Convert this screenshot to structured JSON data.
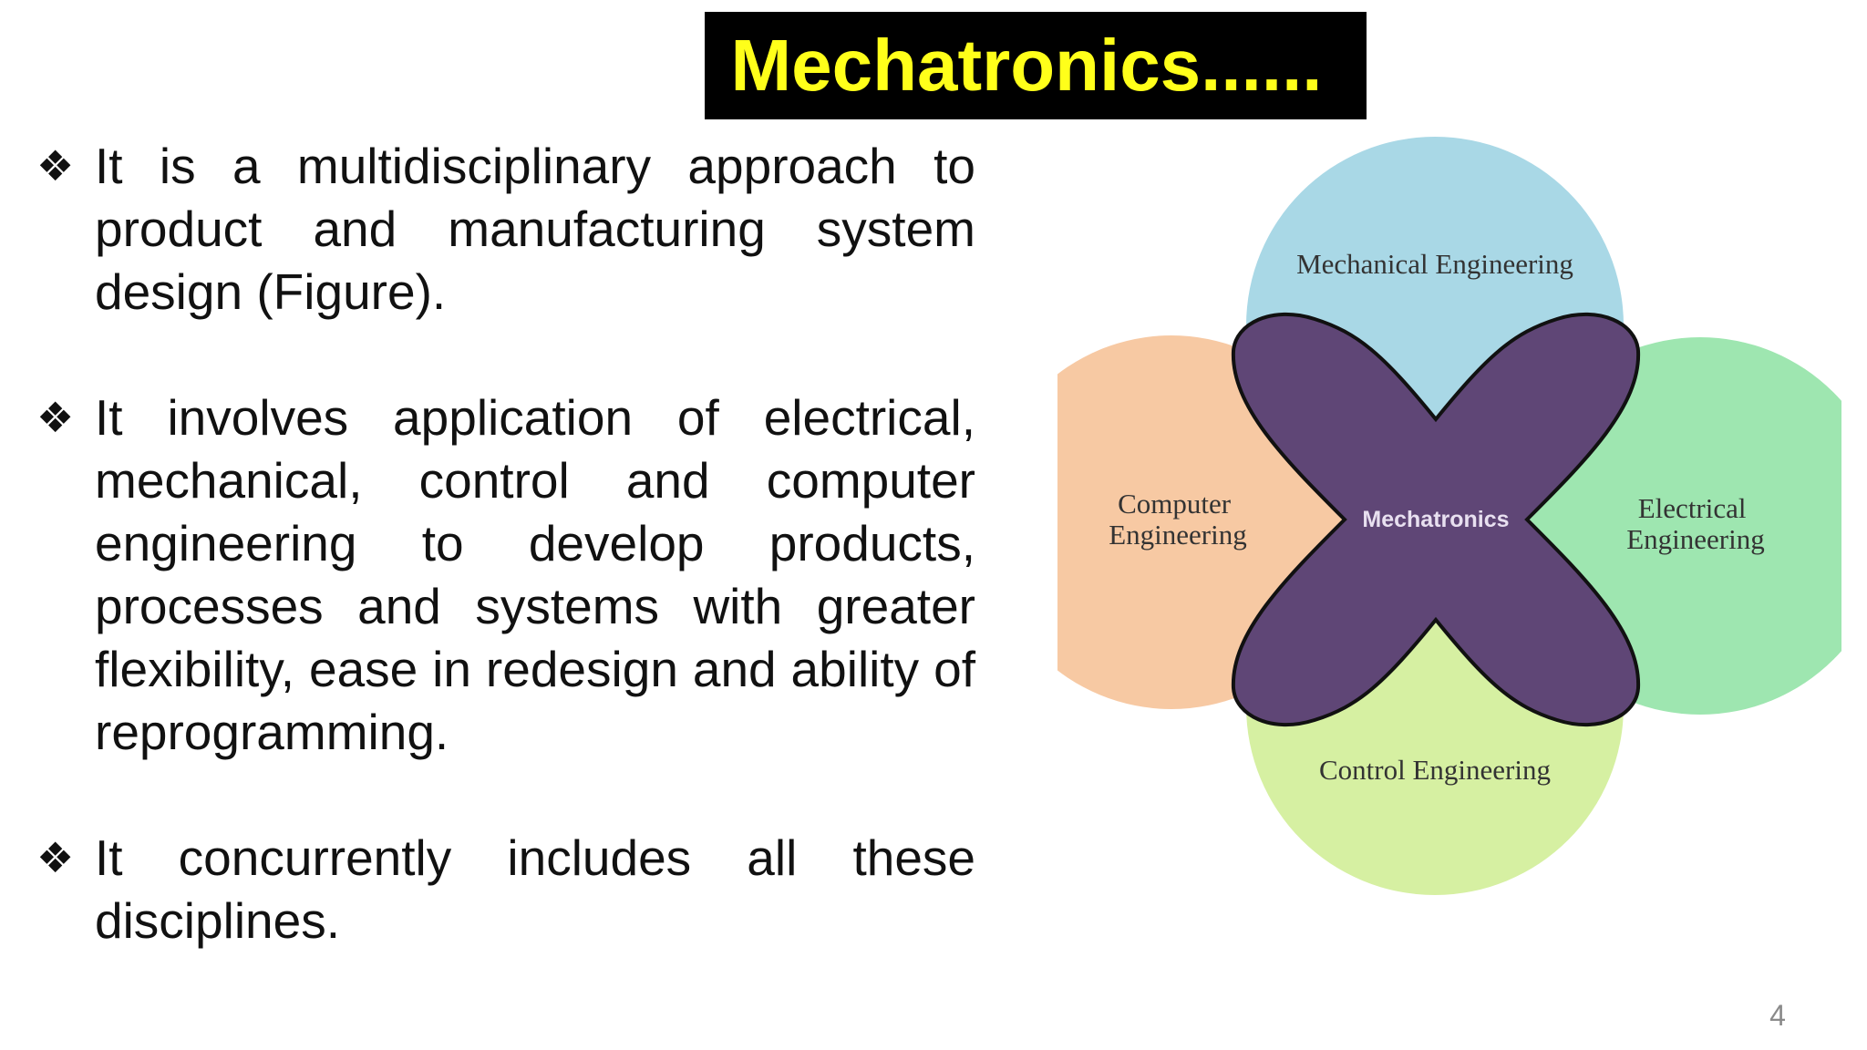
{
  "slide": {
    "title": "Mechatronics......",
    "bullets": [
      {
        "marker": "❖",
        "text": "It is a multidisciplinary approach to product and manufacturing system design (Figure)."
      },
      {
        "marker": "❖",
        "text": "It involves application of electrical, mechanical, control and computer engineering to develop products, processes and systems with greater flexibility, ease in redesign and ability of reprogramming."
      },
      {
        "marker": "❖",
        "text": "It concurrently includes all these disciplines."
      }
    ],
    "page_number": "4"
  },
  "diagram": {
    "center_label": "Mechatronics",
    "circles": [
      {
        "label_lines": [
          "Mechanical Engineering"
        ],
        "color": "#a9d8e6"
      },
      {
        "label_lines": [
          "Electrical",
          "Engineering"
        ],
        "color": "#9ee6b0"
      },
      {
        "label_lines": [
          "Control Engineering"
        ],
        "color": "#d6f0a2"
      },
      {
        "label_lines": [
          "Computer",
          "Engineering"
        ],
        "color": "#f7c9a3"
      }
    ],
    "center_color": "#5f4676",
    "outline_color": "#111111"
  }
}
